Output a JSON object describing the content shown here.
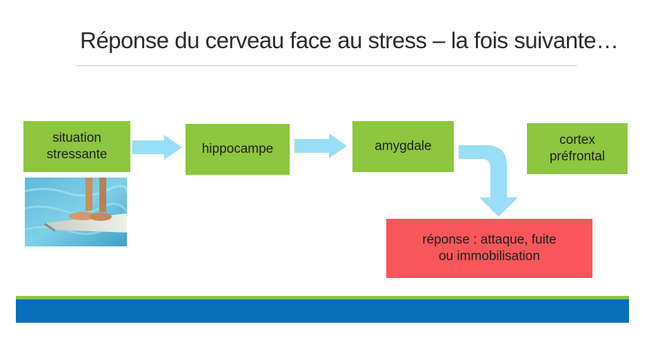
{
  "title": "Réponse du cerveau face au stress – la fois suivante…",
  "nodes": {
    "situation": "situation\nstressante",
    "hippocampe": "hippocampe",
    "amygdale": "amygdale",
    "cortex": "cortex\npréfrontal",
    "reponse": "réponse : attaque, fuite\nou immobilisation"
  },
  "colors": {
    "node_green": "#8dc63f",
    "node_red": "#f7575a",
    "arrow": "#99ddf7",
    "band_green": "#8dc63f",
    "band_blue": "#0a6fba"
  },
  "photo": {
    "icon": "feet-on-diving-board-over-pool"
  }
}
